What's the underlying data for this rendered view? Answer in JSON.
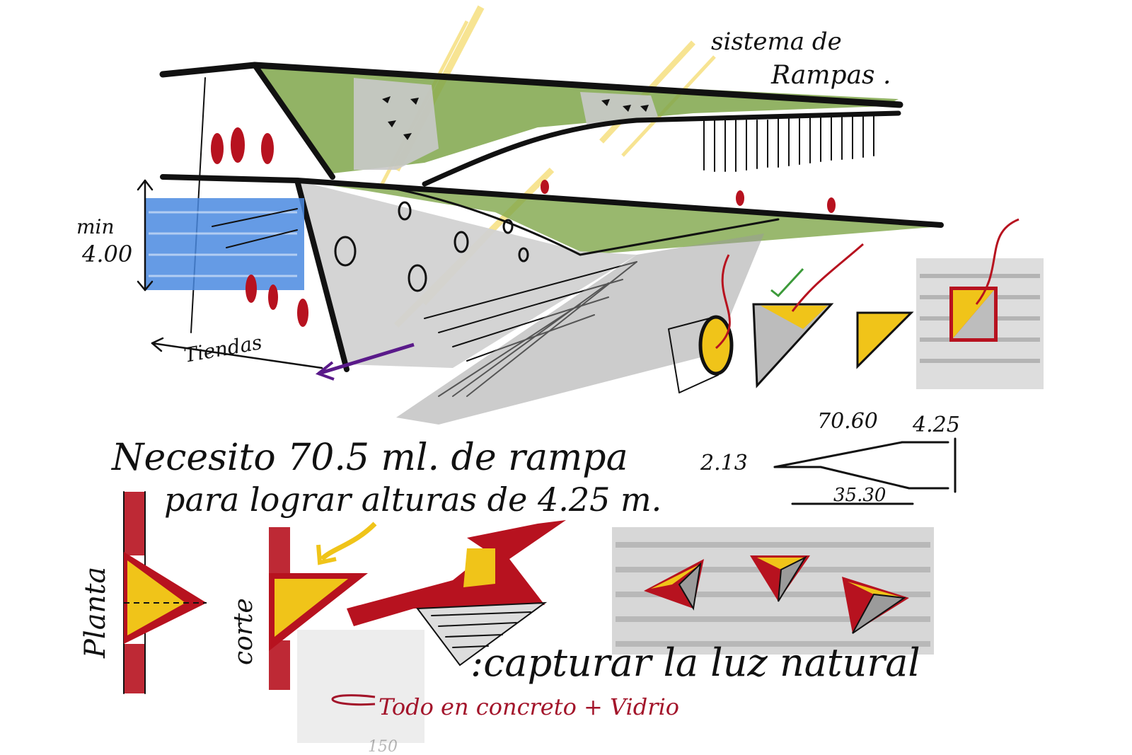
{
  "labels": {
    "title_line1": "sistema de",
    "title_line2": "Rampas .",
    "min": "min",
    "height": "4.00",
    "tiendas": "Tiendas",
    "note_line1": "Necesito 70.5 ml. de rampa",
    "note_line2": "para lograr alturas de 4.25 m.",
    "dim_70_60": "70.60",
    "dim_4_25": "4.25",
    "dim_2_13": "2.13",
    "dim_35_30": "35.30",
    "planta": "Planta",
    "corte": "corte",
    "capturar": ":capturar la luz natural",
    "materiales": "Todo en concreto + Vidrio",
    "faint": "150"
  },
  "colors": {
    "ink": "#111111",
    "green": "#7fa64a",
    "blue": "#4a8ae0",
    "yellow": "#f0c419",
    "red": "#b7121f",
    "gray": "#bdbdbd",
    "purple": "#5a1a8a",
    "accent_red_text": "#a3142a"
  }
}
